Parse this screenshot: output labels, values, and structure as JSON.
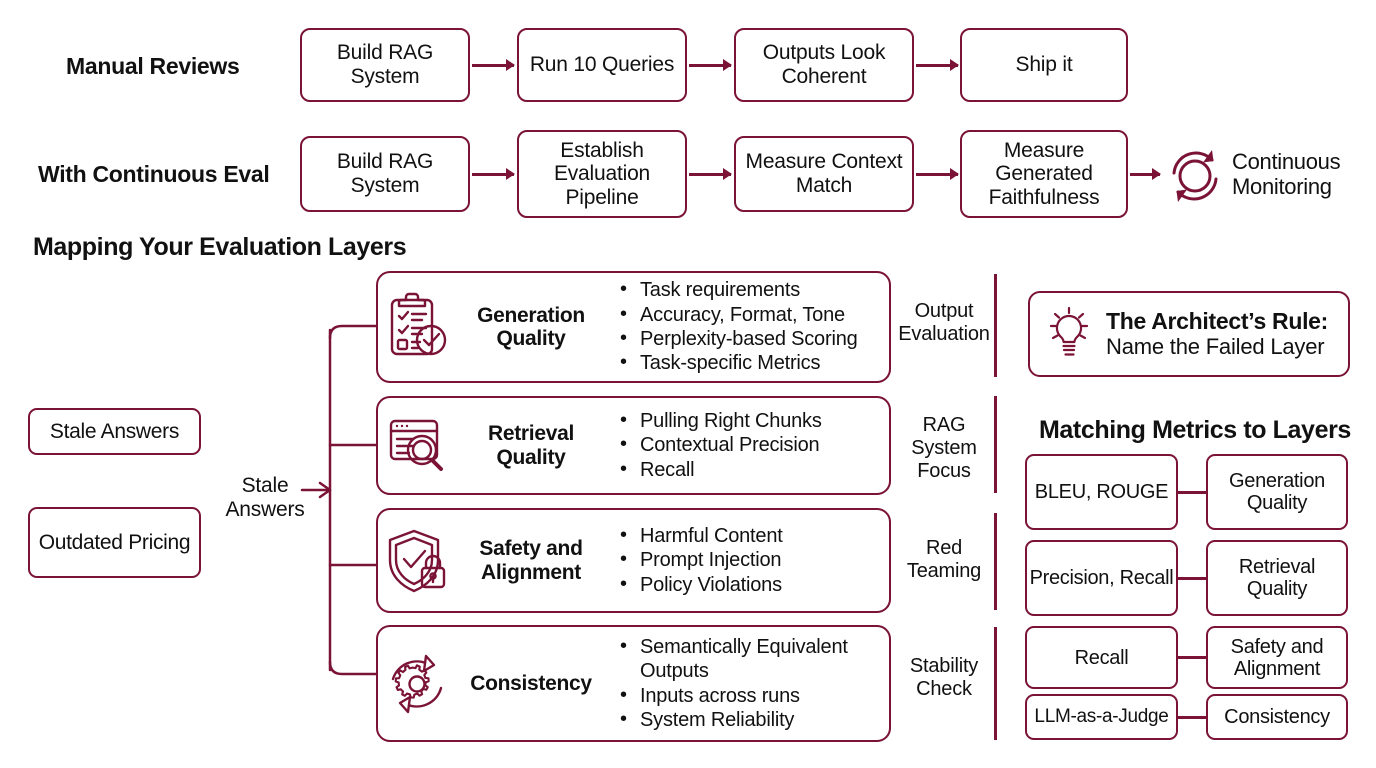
{
  "rows": [
    {
      "label": "Manual Reviews",
      "steps": [
        "Build RAG System",
        "Run 10 Queries",
        "Outputs Look Coherent",
        "Ship it"
      ]
    },
    {
      "label": "With Continuous Eval",
      "steps": [
        "Build RAG System",
        "Establish Evaluation Pipeline",
        "Measure Context Match",
        "Measure Generated Faithfulness"
      ],
      "end_icon": "continuous-monitoring-icon",
      "end_label": "Continuous Monitoring"
    }
  ],
  "mapping": {
    "title": "Mapping Your Evaluation Layers",
    "issues": [
      "Stale Answers",
      "Outdated Pricing"
    ],
    "branch_label": "Stale Answers",
    "layers": [
      {
        "icon": "clipboard-checklist-icon",
        "name": "Generation Quality",
        "bullets": [
          "Task requirements",
          "Accuracy, Format, Tone",
          "Perplexity-based Scoring",
          "Task-specific Metrics"
        ],
        "focus": "Output Evaluation"
      },
      {
        "icon": "document-search-icon",
        "name": "Retrieval Quality",
        "bullets": [
          "Pulling Right Chunks",
          "Contextual Precision",
          "Recall"
        ],
        "focus": "RAG System Focus"
      },
      {
        "icon": "shield-lock-icon",
        "name": "Safety and Alignment",
        "bullets": [
          "Harmful Content",
          "Prompt Injection",
          "Policy Violations"
        ],
        "focus": "Red Teaming"
      },
      {
        "icon": "gear-cycle-icon",
        "name": "Consistency",
        "bullets": [
          "Semantically Equivalent Outputs",
          "Inputs across runs",
          "System Reliability"
        ],
        "focus": "Stability Check"
      }
    ]
  },
  "rule": {
    "icon": "lightbulb-icon",
    "line1": "The Architect’s Rule:",
    "line2": "Name the Failed Layer"
  },
  "metrics": {
    "title": "Matching Metrics to Layers",
    "pairs": [
      {
        "metric": "BLEU, ROUGE",
        "layer": "Generation Quality"
      },
      {
        "metric": "Precision, Recall",
        "layer": "Retrieval Quality"
      },
      {
        "metric": "Recall",
        "layer": "Safety and Alignment"
      },
      {
        "metric": "LLM-as-a-Judge",
        "layer": "Consistency"
      }
    ]
  },
  "colors": {
    "accent": "#7a1335",
    "text": "#111111",
    "background": "#ffffff"
  }
}
